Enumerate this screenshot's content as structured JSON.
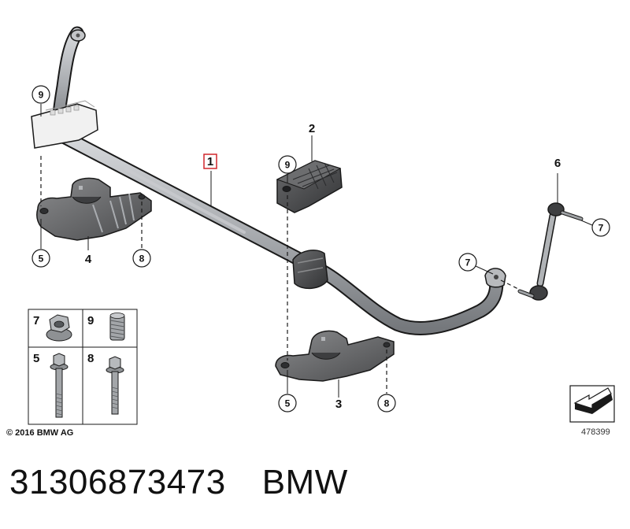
{
  "callouts": {
    "main_part": "1",
    "clamp_top": "2",
    "bracket_right": "3",
    "bracket_left": "4",
    "link": "6",
    "bubble_left_top": "9",
    "bubble_left_bolt": "5",
    "bubble_left_screw": "8",
    "bubble_center_top": "9",
    "bubble_center_bolt": "5",
    "bubble_center_screw": "8",
    "bubble_link_nut": "7",
    "bubble_bar_end": "7"
  },
  "legend": {
    "cells": [
      {
        "number": "7",
        "icon": "hex-flange-nut-icon"
      },
      {
        "number": "9",
        "icon": "threaded-insert-icon"
      },
      {
        "number": "5",
        "icon": "long-hex-bolt-icon"
      },
      {
        "number": "8",
        "icon": "short-hex-bolt-icon"
      }
    ]
  },
  "copyright": "© 2016 BMW AG",
  "diagram_ref": "478399",
  "part_number": "31306873473",
  "brand": "BMW",
  "colors": {
    "highlight": "#d0262b",
    "metal": "#a9acb0",
    "rubber": "#4d4d4f",
    "bracket": "#6e6f71",
    "outline": "#1a1a1a"
  }
}
